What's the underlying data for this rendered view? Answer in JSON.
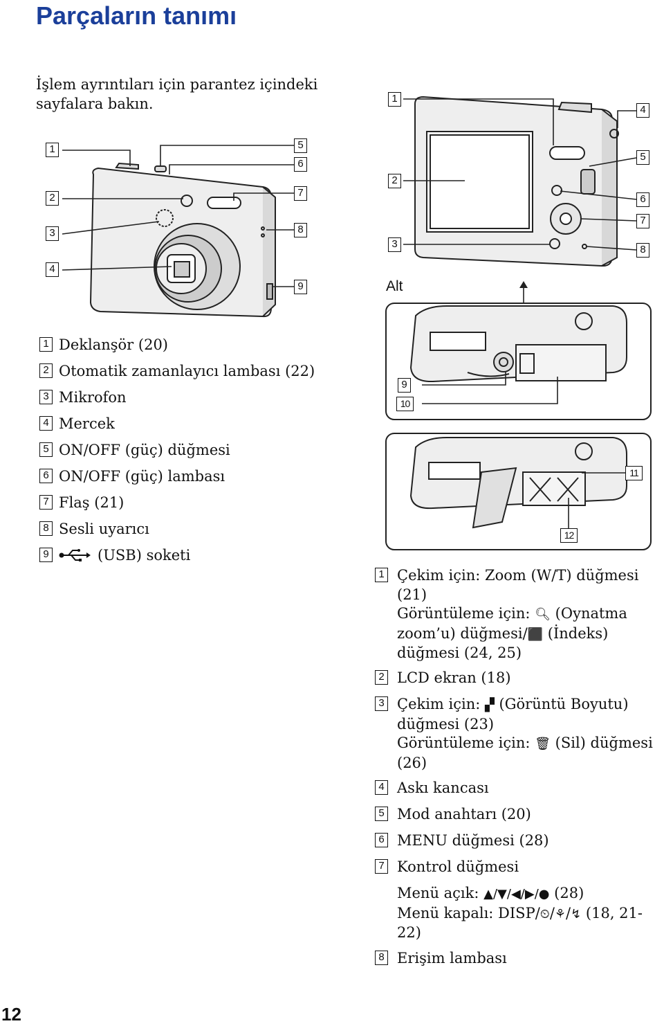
{
  "page": {
    "title": "Parçaların tanımı",
    "intro": "İşlem ayrıntıları için parantez içindeki sayfalara bakın.",
    "page_number": "12",
    "bottom_view_label": "Alt"
  },
  "front_callouts": [
    "1",
    "2",
    "3",
    "4",
    "5",
    "6",
    "7",
    "8",
    "9"
  ],
  "back_callouts": [
    "1",
    "2",
    "3",
    "4",
    "5",
    "6",
    "7",
    "8"
  ],
  "bottom_callouts": [
    "9",
    "10",
    "11",
    "12"
  ],
  "front_parts": [
    {
      "num": "1",
      "text": "Deklanşör (20)"
    },
    {
      "num": "2",
      "text": "Otomatik zamanlayıcı lambası (22)"
    },
    {
      "num": "3",
      "text": "Mikrofon"
    },
    {
      "num": "4",
      "text": "Mercek"
    },
    {
      "num": "5",
      "text": "ON/OFF (güç) düğmesi"
    },
    {
      "num": "6",
      "text": "ON/OFF (güç) lambası"
    },
    {
      "num": "7",
      "text": "Flaş (21)"
    },
    {
      "num": "8",
      "text": "Sesli uyarıcı"
    },
    {
      "num": "9",
      "text": "(USB) soketi"
    }
  ],
  "back_parts": {
    "p1": {
      "num": "1",
      "l1": "Çekim için: Zoom (W/T) düğmesi (21)",
      "l2a": "Görüntüleme için:",
      "l2b": "(Oynatma zoom’u) düğmesi/",
      "l2c": "(İndeks) düğmesi (24, 25)"
    },
    "p2": {
      "num": "2",
      "text": "LCD ekran (18)"
    },
    "p3": {
      "num": "3",
      "l1a": "Çekim için:",
      "l1b": "(Görüntü Boyutu) düğmesi (23)",
      "l2a": "Görüntüleme için:",
      "l2b": "(Sil) düğmesi (26)"
    },
    "p4": {
      "num": "4",
      "text": "Askı kancası"
    },
    "p5": {
      "num": "5",
      "text": "Mod anahtarı (20)"
    },
    "p6": {
      "num": "6",
      "text": "MENU düğmesi (28)"
    },
    "p7": {
      "num": "7",
      "text": "Kontrol düğmesi",
      "menu_on_a": "Menü açık:",
      "menu_on_b": "(28)",
      "menu_off_a": "Menü kapalı: DISP/",
      "menu_off_b": "(18, 21-22)"
    },
    "p8": {
      "num": "8",
      "text": "Erişim lambası"
    }
  },
  "icons": [
    "usb-icon",
    "magnifier-icon",
    "index-grid-icon",
    "image-size-icon",
    "trash-icon",
    "self-timer-icon",
    "macro-tulip-icon",
    "flash-icon"
  ]
}
